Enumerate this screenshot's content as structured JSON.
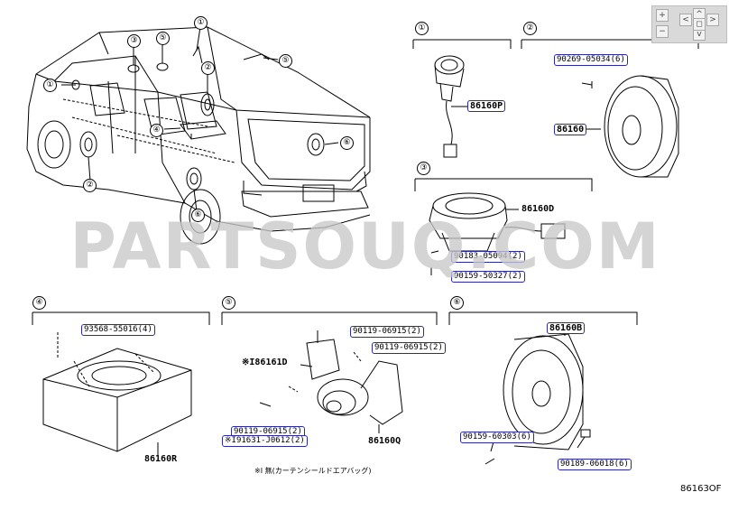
{
  "sections": [
    {
      "id": "section-1",
      "marker": "①"
    },
    {
      "id": "section-2",
      "marker": "②"
    },
    {
      "id": "section-3",
      "marker": "③"
    },
    {
      "id": "section-4",
      "marker": "④"
    },
    {
      "id": "section-5",
      "marker": "⑤"
    },
    {
      "id": "section-6",
      "marker": "⑥"
    }
  ],
  "vehicle_callouts": [
    "①",
    "③",
    "⑤",
    "①",
    "②",
    "⑤",
    "④",
    "⑥",
    "②",
    "⑥"
  ],
  "labels": {
    "s1_part": "86160P",
    "s2_bolt": "90269-05034(6)",
    "s2_part": "86160",
    "s3_part": "86160D",
    "s3_clip": "90183-05094(2)",
    "s3_screw": "90159-50327(2)",
    "s4_screw": "93568-55016(4)",
    "s4_part": "86160R",
    "s5_screw_a": "90119-06915(2)",
    "s5_screw_b": "90119-06915(2)",
    "s5_bracket": "※I86161D",
    "s5_screw_c": "90119-06915(2)",
    "s5_nut": "※I91631-J0612(2)",
    "s5_part": "86160Q",
    "s6_part": "86160B",
    "s6_screw": "90159-60303(6)",
    "s6_clip": "90189-06018(6)",
    "note": "※I 無(カーテンシールドエアバッグ)",
    "diagram_code": "86163OF"
  },
  "watermark": "PARTSOUQ.COM",
  "nav": {
    "plus": "+",
    "minus": "−",
    "left": "<",
    "up": "^",
    "right": ">",
    "down": "v",
    "reset": "◻"
  },
  "colors": {
    "line": "#000000",
    "part_box": "#2a2aa8",
    "watermark": "#c8c8c8",
    "nav_bg": "#d9d9d9"
  }
}
